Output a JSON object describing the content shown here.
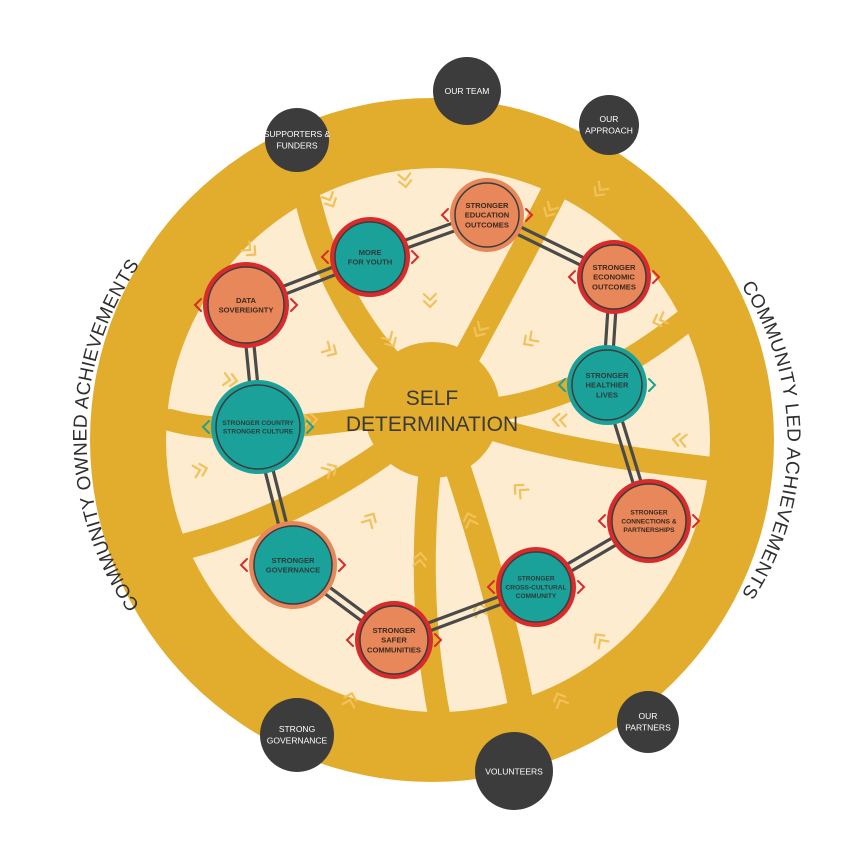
{
  "center": {
    "line1": "SELF",
    "line2": "DETERMINATION"
  },
  "ring_labels": {
    "left": "COMMUNITY OWNED ACHIEVEMENTS",
    "right": "COMMUNITY LED ACHIEVEMENTS"
  },
  "outcomes": [
    {
      "id": "more-for-youth",
      "lines": [
        "MORE",
        "FOR YOUTH"
      ],
      "fill": "#1aa29a",
      "ring": "#d92b2b"
    },
    {
      "id": "stronger-education-outcomes",
      "lines": [
        "STRONGER",
        "EDUCATION",
        "OUTCOMES"
      ],
      "fill": "#e8875a",
      "ring": "#e8875a"
    },
    {
      "id": "stronger-economic-outcomes",
      "lines": [
        "STRONGER",
        "ECONOMIC",
        "OUTCOMES"
      ],
      "fill": "#e8875a",
      "ring": "#d92b2b"
    },
    {
      "id": "stronger-healthier-lives",
      "lines": [
        "STRONGER",
        "HEALTHIER",
        "LIVES"
      ],
      "fill": "#1aa29a",
      "ring": "#1aa29a"
    },
    {
      "id": "stronger-connections-partnerships",
      "lines": [
        "STRONGER",
        "CONNECTIONS &",
        "PARTNERSHIPS"
      ],
      "fill": "#e8875a",
      "ring": "#d92b2b"
    },
    {
      "id": "stronger-cross-cultural-community",
      "lines": [
        "STRONGER",
        "CROSS-CULTURAL",
        "COMMUNITY"
      ],
      "fill": "#1aa29a",
      "ring": "#d92b2b"
    },
    {
      "id": "stronger-safer-communities",
      "lines": [
        "STRONGER",
        "SAFER",
        "COMMUNITIES"
      ],
      "fill": "#e8875a",
      "ring": "#d92b2b"
    },
    {
      "id": "stronger-governance",
      "lines": [
        "STRONGER",
        "GOVERNANCE"
      ],
      "fill": "#1aa29a",
      "ring": "#e8875a"
    },
    {
      "id": "stronger-country-stronger-culture",
      "lines": [
        "STRONGER COUNTRY",
        "STRONGER CULTURE"
      ],
      "fill": "#1aa29a",
      "ring": "#1aa29a"
    },
    {
      "id": "data-sovereignty",
      "lines": [
        "DATA",
        "SOVEREIGNTY"
      ],
      "fill": "#e8875a",
      "ring": "#d92b2b"
    }
  ],
  "supports": [
    {
      "id": "our-team",
      "lines": [
        "OUR TEAM"
      ]
    },
    {
      "id": "our-approach",
      "lines": [
        "OUR",
        "APPROACH"
      ]
    },
    {
      "id": "supporters-funders",
      "lines": [
        "SUPPORTERS &",
        "FUNDERS"
      ]
    },
    {
      "id": "strong-governance",
      "lines": [
        "STRONG",
        "GOVERNANCE"
      ]
    },
    {
      "id": "volunteers",
      "lines": [
        "VOLUNTEERS"
      ]
    },
    {
      "id": "our-partners",
      "lines": [
        "OUR",
        "PARTNERS"
      ]
    }
  ],
  "colors": {
    "gold": "#e2ac2c",
    "cream": "#fdecd0",
    "dark": "#3c3c3c",
    "teal": "#1aa29a",
    "orange": "#e8875a",
    "red": "#d92b2b",
    "arrow": "#f2c15a"
  }
}
